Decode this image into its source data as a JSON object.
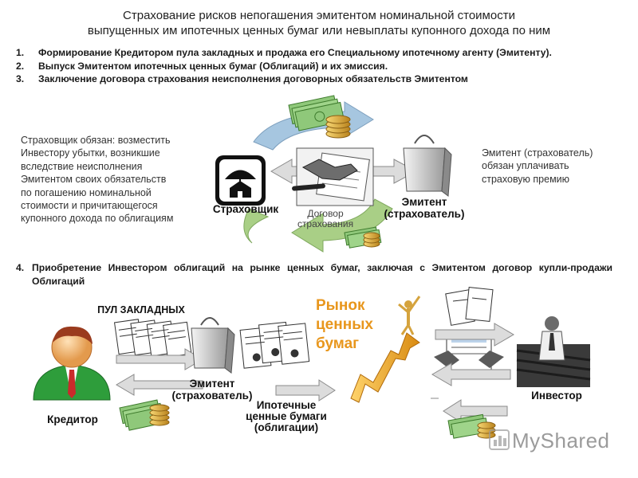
{
  "title": {
    "line1": "Страхование рисков непогашения эмитентом номинальной стоимости",
    "line2": "выпущенных им ипотечных ценных бумаг или невыплаты купонного дохода по ним"
  },
  "steps": [
    {
      "num": "1.",
      "text": "Формирование Кредитором пула закладных и продажа его Специальному ипотечному агенту (Эмитенту)."
    },
    {
      "num": "2.",
      "text": "Выпуск Эмитентом ипотечных ценных бумаг (Облигаций) и их эмиссия."
    },
    {
      "num": "3.",
      "text": "Заключение договора страхования неисполнения договорных обязательств Эмитентом"
    }
  ],
  "insurer_note": [
    "Страховщик обязан: возместить",
    "Инвестору убытки, возникшие",
    "вследствие неисполнения",
    "Эмитентом своих обязательств",
    "по погашению номинальной",
    "стоимости и причитающегося",
    "купонного дохода по облигациям"
  ],
  "issuer_note": [
    "Эмитент (страхователь)",
    "обязан уплачивать",
    "страховую премию"
  ],
  "insurer_label": "Страховщик",
  "contract_label": [
    "Договор",
    "страхования"
  ],
  "issuer_label_top": [
    "Эмитент",
    "(страхователь)"
  ],
  "step4": {
    "num": "4.",
    "text": "Приобретение Инвестором облигаций на рынке ценных бумаг, заключая с Эмитентом договор купли-продажи Облигаций"
  },
  "pool_label": "ПУЛ ЗАКЛАДНЫХ",
  "creditor_label": "Кредитор",
  "issuer_label_bottom": [
    "Эмитент",
    "(страхователь)"
  ],
  "securities_label": [
    "Ипотечные",
    "ценные бумаги",
    "(облигации)"
  ],
  "market_label": [
    "Рынок",
    "ценных",
    "бумаг"
  ],
  "investor_label": "Инвестор",
  "watermark": "MyShared",
  "colors": {
    "market": "#e8961c",
    "arrow_fill": "#dcdcdc",
    "arrow_stroke": "#8a8a8a",
    "cycle_blue": "#a6c6e0",
    "cycle_green": "#a9cf86",
    "money": "#8fc87a",
    "coin": "#d9a93a"
  },
  "icons": [
    "umbrella-house-icon",
    "handshake-contract-icon",
    "shopping-bag-icon",
    "money-coins-icon",
    "creditor-avatar-icon",
    "mortgage-documents-icon",
    "bond-documents-icon",
    "growth-arrow-figure-icon",
    "investor-figure-icon",
    "purchase-contract-icon",
    "myshared-logo-icon"
  ]
}
